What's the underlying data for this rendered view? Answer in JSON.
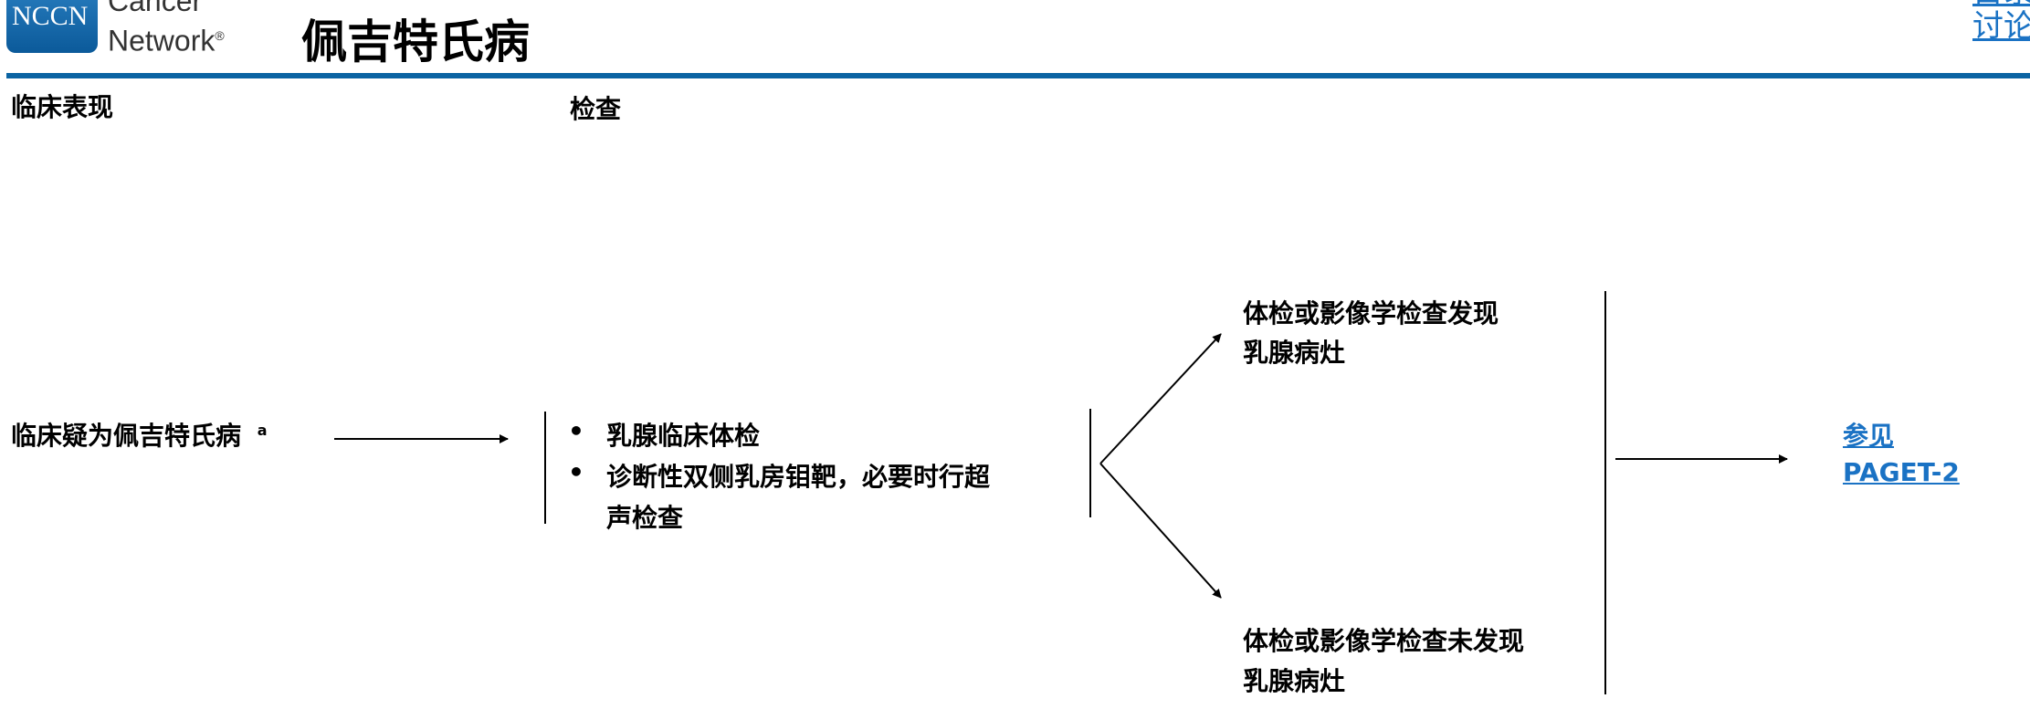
{
  "header": {
    "logo_line1": "NCCN",
    "logo_line2": "Cancer",
    "logo_line3": "Network",
    "logo_reg": "®",
    "title": "佩吉特氏病",
    "discussion_link_top": "目录",
    "discussion_link": "讨论"
  },
  "columns": {
    "col1": "临床表现",
    "col2": "检查"
  },
  "flow": {
    "presentation": "临床疑为佩吉特氏病",
    "footnote": "a",
    "workup": [
      "乳腺临床体检",
      "诊断性双侧乳房钼靶，必要时行超",
      "声检查"
    ],
    "bullet": "•",
    "finding_positive": [
      "体检或影像学检查发现",
      "乳腺病灶"
    ],
    "finding_negative": [
      "体检或影像学检查未发现",
      "乳腺病灶"
    ],
    "see_label": "参见",
    "see_link": "PAGET-2"
  }
}
